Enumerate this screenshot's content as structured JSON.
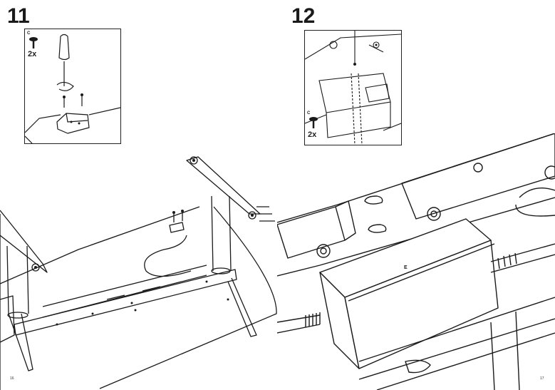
{
  "step_left": {
    "number": "11",
    "hardware_letter": "C",
    "quantity": "2x"
  },
  "step_right": {
    "number": "12",
    "hardware_letter": "C",
    "quantity": "2x"
  },
  "label_power_supply": "E",
  "page_left": "16",
  "page_right": "17",
  "colors": {
    "ink": "#1a1a1a",
    "paper": "#ffffff",
    "shade": "#e6e6e6"
  }
}
